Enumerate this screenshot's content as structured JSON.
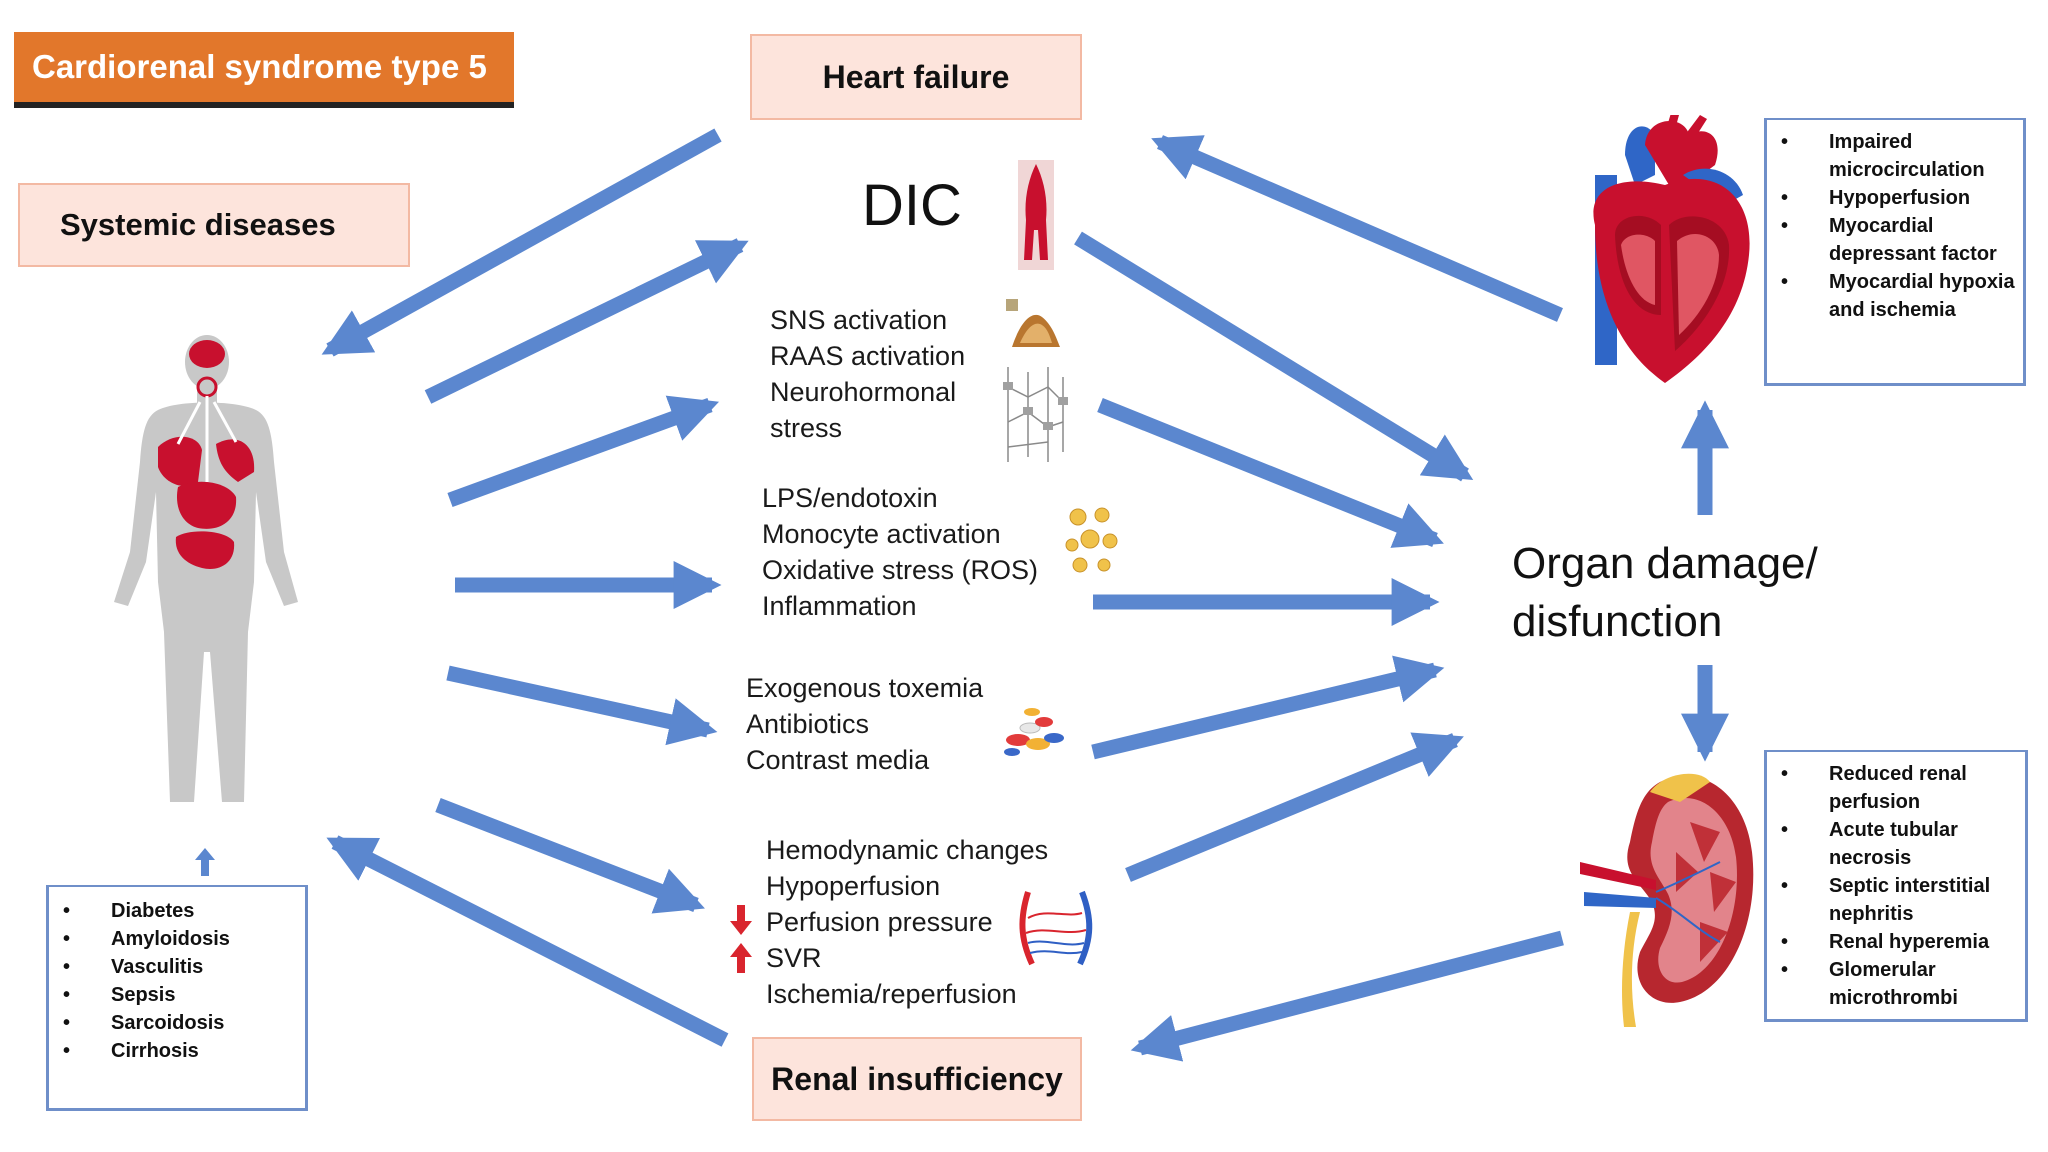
{
  "title": "Cardiorenal syndrome type 5",
  "boxes": {
    "heart_failure": "Heart failure",
    "systemic_diseases": "Systemic diseases",
    "renal_insufficiency": "Renal insufficiency"
  },
  "dic": "DIC",
  "mechanisms": {
    "neuro": [
      "SNS activation",
      "RAAS activation",
      "Neurohormonal",
      "stress"
    ],
    "inflammation": [
      "LPS/endotoxin",
      "Monocyte activation",
      "Oxidative stress (ROS)",
      "Inflammation"
    ],
    "toxic": [
      "Exogenous toxemia",
      "Antibiotics",
      "Contrast media"
    ],
    "hemodynamic": [
      "Hemodynamic changes",
      "Hypoperfusion",
      "Perfusion pressure",
      "SVR",
      "Ischemia/reperfusion"
    ]
  },
  "organ_damage": [
    "Organ damage/",
    "disfunction"
  ],
  "lists": {
    "diseases": [
      "Diabetes",
      "Amyloidosis",
      "Vasculitis",
      "Sepsis",
      "Sarcoidosis",
      "Cirrhosis"
    ],
    "heart": [
      "Impaired microcirculation",
      "Hypoperfusion",
      "Myocardial depressant factor",
      "Myocardial hypoxia and ischemia"
    ],
    "kidney": [
      "Reduced renal perfusion",
      "Acute tubular necrosis",
      "Septic interstitial nephritis",
      "Renal hyperemia",
      "Glomerular microthrombi"
    ]
  },
  "colors": {
    "arrow": "#5b87cf",
    "banner": "#e2772b",
    "box_fill": "#fde4dc",
    "organ_red": "#c8102e"
  },
  "icons": [
    "human-body-icon",
    "heart-icon",
    "kidney-icon",
    "blood-vessel-icon",
    "hormone-gland-icon",
    "neural-pathway-icon",
    "cells-icon",
    "pills-icon",
    "vasculature-icon",
    "arrow-down-red-icon",
    "arrow-up-red-icon"
  ]
}
